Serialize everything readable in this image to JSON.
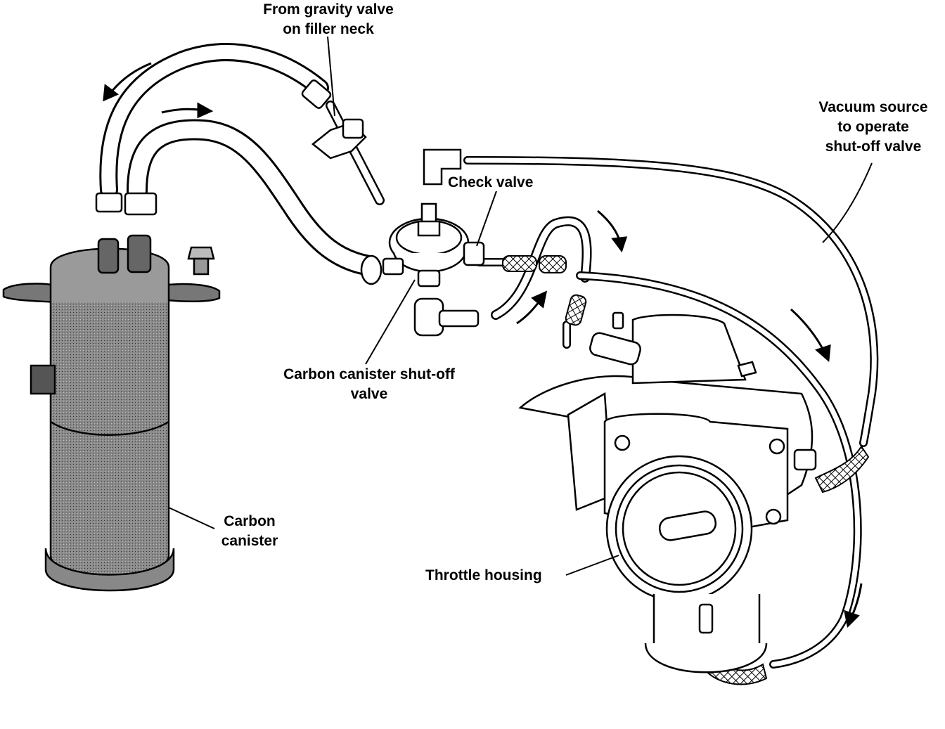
{
  "labels": {
    "gravity_valve": [
      "From gravity valve",
      "on filler neck"
    ],
    "vacuum_source": [
      "Vacuum source",
      "to operate",
      "shut-off valve"
    ],
    "check_valve": "Check valve",
    "shutoff_valve": [
      "Carbon canister shut-off",
      "valve"
    ],
    "carbon_canister": [
      "Carbon",
      "canister"
    ],
    "throttle_housing": "Throttle housing"
  },
  "colors": {
    "ink": "#000000",
    "paper": "#ffffff",
    "canister_fill": "#7a7a7a",
    "canister_top": "#9a9a9a"
  }
}
